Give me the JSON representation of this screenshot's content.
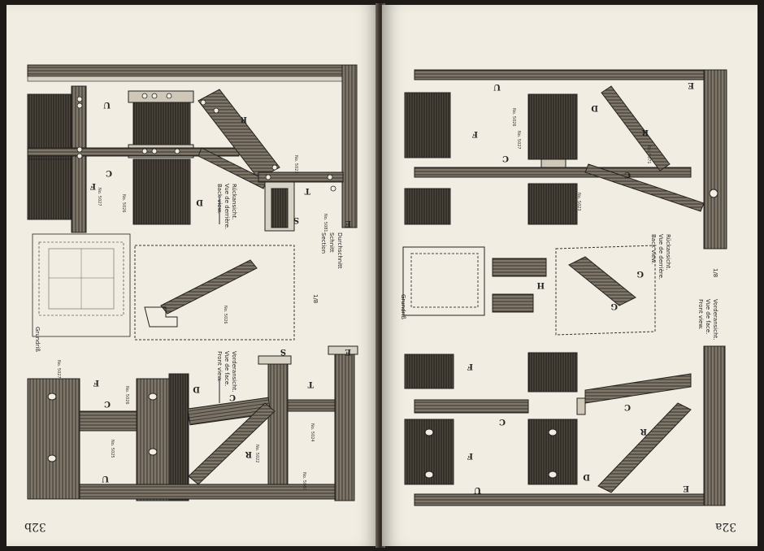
{
  "left_page": {
    "page_number": "32b",
    "part_labels": [
      "U",
      "C",
      "F",
      "R",
      "D",
      "T",
      "S",
      "E"
    ],
    "part_numbers": [
      "No. 5027",
      "No. 5026",
      "No. 5025",
      "No. 5023",
      "No. 5022",
      "No. 5024",
      "No. 5080",
      "No. 5081"
    ],
    "view_back": [
      "Rückansicht.",
      "Vue de derrière.",
      "Back view."
    ],
    "view_front": [
      "Vorderansicht.",
      "Vue de face.",
      "Front view."
    ],
    "section_note": [
      "Durchschnitt",
      "Schnitt",
      "Section"
    ],
    "scale": "1/8",
    "plan": "Grundriß",
    "detail": "No. 5026"
  },
  "right_page": {
    "page_number": "32a",
    "part_labels": [
      "U",
      "F",
      "C",
      "D",
      "R",
      "G",
      "H",
      "E"
    ],
    "part_numbers": [
      "No. 5026",
      "No. 5027",
      "No. 5023",
      "No. 5071"
    ],
    "view_back": [
      "Rückansicht.",
      "Vue de derrière.",
      "Back view."
    ],
    "view_front": [
      "Vorderansicht.",
      "Vue de face.",
      "Front view."
    ],
    "scale": "1/8",
    "plan": "Grundriß"
  }
}
